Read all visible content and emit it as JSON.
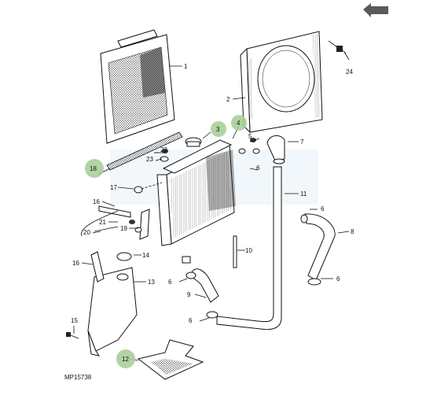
{
  "diagram": {
    "figure_id": "MP15738",
    "highlight_color": "#a9cf9a",
    "accent_color": "#2f6fb0",
    "nav_icon": "arrow-back-icon",
    "callouts": [
      {
        "id": "c1",
        "label": "1",
        "highlighted": false
      },
      {
        "id": "c2",
        "label": "2",
        "highlighted": false
      },
      {
        "id": "c3",
        "label": "3",
        "highlighted": true
      },
      {
        "id": "c4",
        "label": "4",
        "highlighted": true
      },
      {
        "id": "c5",
        "label": "5",
        "highlighted": false
      },
      {
        "id": "c6a",
        "label": "6",
        "highlighted": false
      },
      {
        "id": "c6b",
        "label": "6",
        "highlighted": false
      },
      {
        "id": "c6c",
        "label": "6",
        "highlighted": false
      },
      {
        "id": "c6d",
        "label": "6",
        "highlighted": false
      },
      {
        "id": "c6e",
        "label": "6",
        "highlighted": false
      },
      {
        "id": "c7",
        "label": "7",
        "highlighted": false
      },
      {
        "id": "c8",
        "label": "8",
        "highlighted": false
      },
      {
        "id": "c9",
        "label": "9",
        "highlighted": false
      },
      {
        "id": "c10",
        "label": "10",
        "highlighted": false
      },
      {
        "id": "c11",
        "label": "11",
        "highlighted": false
      },
      {
        "id": "c12",
        "label": "12",
        "highlighted": true
      },
      {
        "id": "c13",
        "label": "13",
        "highlighted": false
      },
      {
        "id": "c14",
        "label": "14",
        "highlighted": false
      },
      {
        "id": "c15",
        "label": "15",
        "highlighted": false
      },
      {
        "id": "c16a",
        "label": "16",
        "highlighted": false
      },
      {
        "id": "c16b",
        "label": "16",
        "highlighted": false
      },
      {
        "id": "c17",
        "label": "17",
        "highlighted": false
      },
      {
        "id": "c18",
        "label": "18",
        "highlighted": true
      },
      {
        "id": "c19",
        "label": "19",
        "highlighted": false
      },
      {
        "id": "c20",
        "label": "20",
        "highlighted": false
      },
      {
        "id": "c21",
        "label": "21",
        "highlighted": false
      },
      {
        "id": "c22",
        "label": "22",
        "highlighted": false
      },
      {
        "id": "c23",
        "label": "23",
        "highlighted": false
      },
      {
        "id": "c24",
        "label": "24",
        "highlighted": false
      }
    ]
  }
}
